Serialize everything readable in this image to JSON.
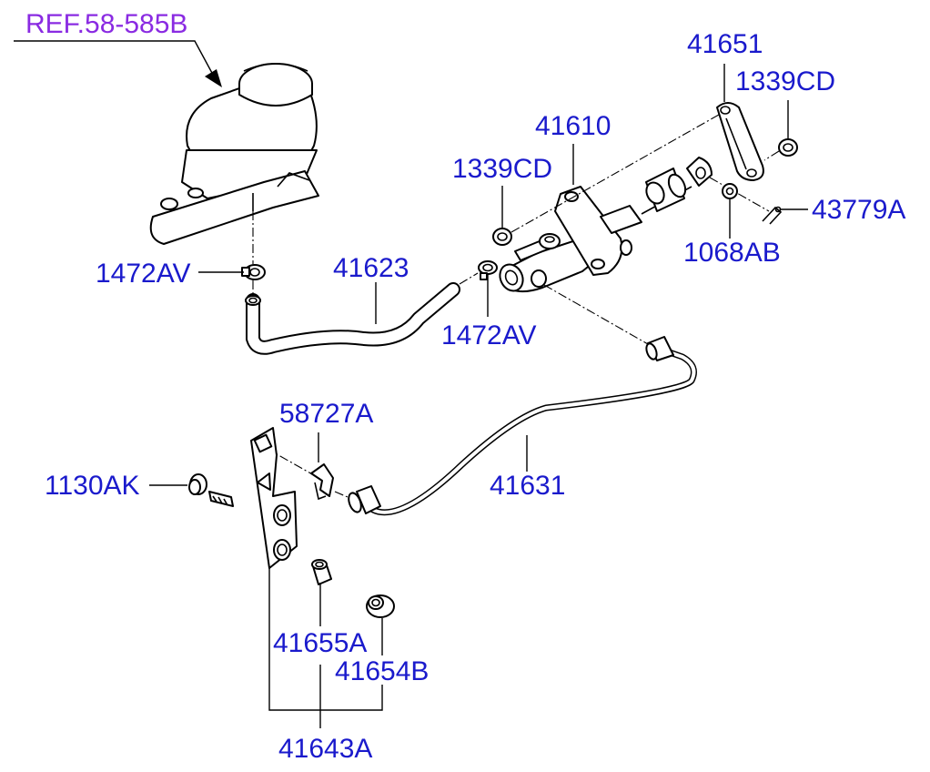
{
  "colors": {
    "part_number": "#1a1acc",
    "reference": "#8a2be2",
    "line": "#000000",
    "background": "#ffffff"
  },
  "labels": {
    "ref": "REF.58-585B",
    "p41651": "41651",
    "p1339cd_top": "1339CD",
    "p41610": "41610",
    "p1339cd_left": "1339CD",
    "p43779a": "43779A",
    "p1068ab": "1068AB",
    "p1472av_left": "1472AV",
    "p41623": "41623",
    "p1472av_mid": "1472AV",
    "p58727a": "58727A",
    "p1130ak": "1130AK",
    "p41631": "41631",
    "p41655a": "41655A",
    "p41654b": "41654B",
    "p41643a": "41643A"
  }
}
